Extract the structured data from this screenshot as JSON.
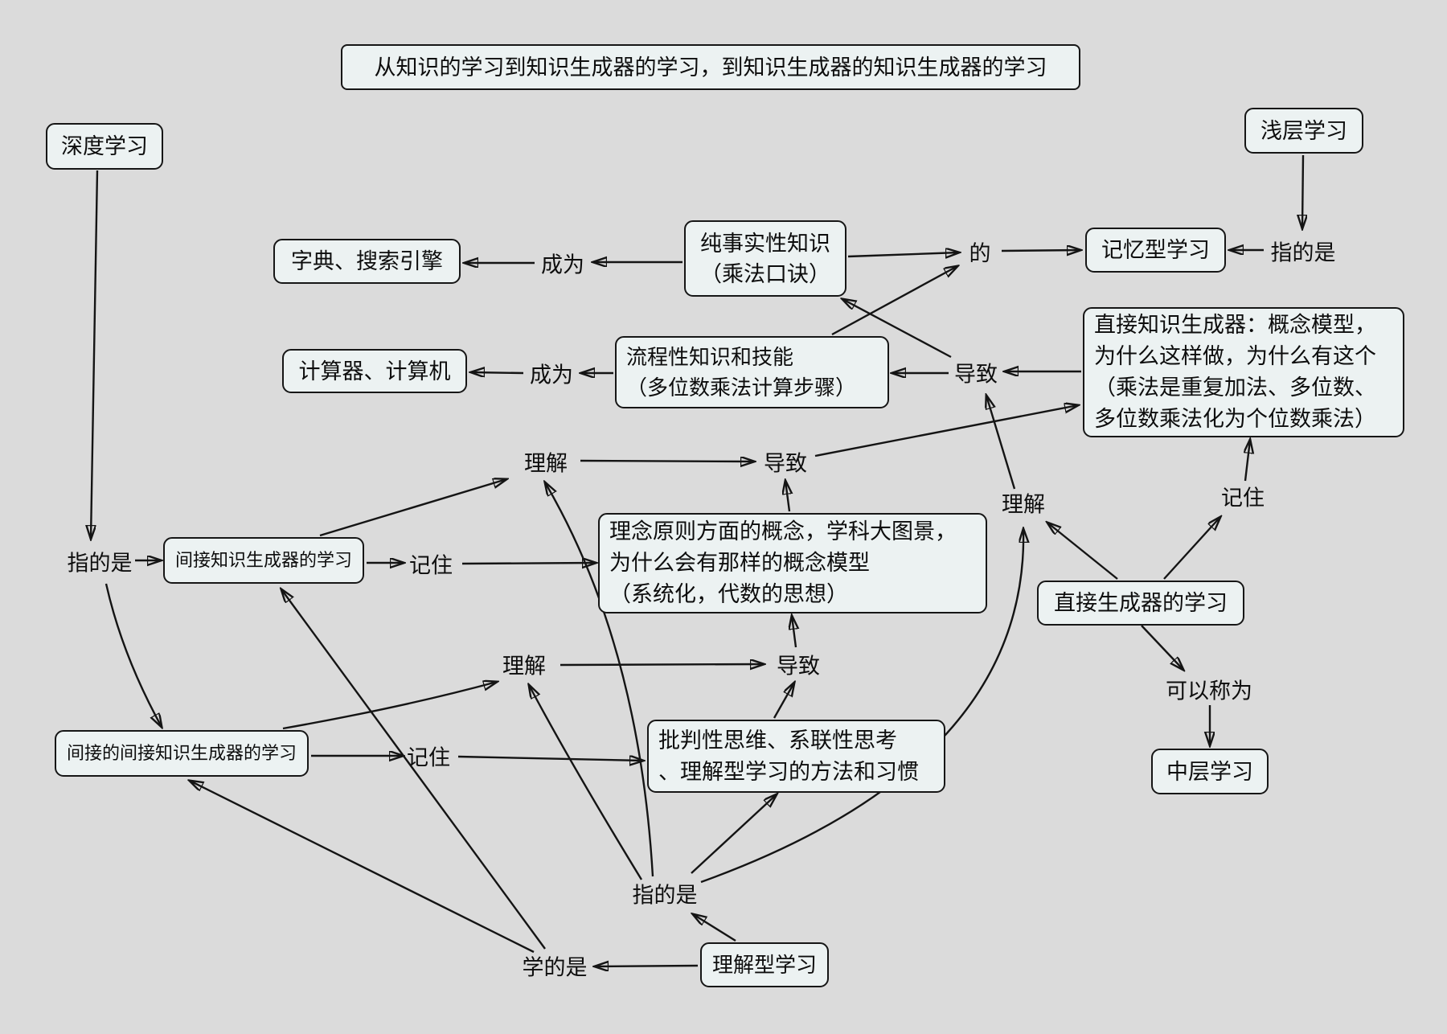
{
  "colors": {
    "background": "#dbdbdb",
    "node_fill": "#ecf2f2",
    "node_border": "#161616",
    "edge": "#141414",
    "text": "#0d0d0d"
  },
  "nodes": [
    {
      "id": "title",
      "label": "从知识的学习到知识生成器的学习，到知识生成器的知识生成器的学习"
    },
    {
      "id": "shenduxuexi",
      "label": "深度学习"
    },
    {
      "id": "qiancengxuexi",
      "label": "浅层学习"
    },
    {
      "id": "jiyixingxuexi",
      "label": "记忆型学习"
    },
    {
      "id": "chunshishixing",
      "label": "纯事实性知识\n（乘法口诀）"
    },
    {
      "id": "zidian",
      "label": "字典、搜索引擎"
    },
    {
      "id": "liuchengxing",
      "label": "流程性知识和技能\n（多位数乘法计算步骤）"
    },
    {
      "id": "jisuanqi",
      "label": "计算器、计算机"
    },
    {
      "id": "zhijiezhishishengchengqi",
      "label": "直接知识生成器：概念模型，\n为什么这样做，为什么有这个\n（乘法是重复加法、多位数、\n多位数乘法化为个位数乘法）"
    },
    {
      "id": "linianyuanze",
      "label": "理念原则方面的概念，学科大图景，\n为什么会有那样的概念模型\n（系统化，代数的思想）"
    },
    {
      "id": "jianjiexuexi",
      "label": "间接知识生成器的学习"
    },
    {
      "id": "zhijieshengchengqixuexi",
      "label": "直接生成器的学习"
    },
    {
      "id": "pipanxingsiwei",
      "label": "批判性思维、系联性思考\n、理解型学习的方法和习惯"
    },
    {
      "id": "jianjiedejianjiexuexi",
      "label": "间接的间接知识生成器的学习"
    },
    {
      "id": "zhongcengxuexi",
      "label": "中层学习"
    },
    {
      "id": "lijiexingxuexi",
      "label": "理解型学习"
    }
  ],
  "labels": [
    {
      "id": "zhidishi-right",
      "text": "指的是"
    },
    {
      "id": "de",
      "text": "的"
    },
    {
      "id": "chengwei-1",
      "text": "成为"
    },
    {
      "id": "chengwei-2",
      "text": "成为"
    },
    {
      "id": "daozhi-right",
      "text": "导致"
    },
    {
      "id": "lijie-upper",
      "text": "理解"
    },
    {
      "id": "daozhi-middle",
      "text": "导致"
    },
    {
      "id": "jizhu-right",
      "text": "记住"
    },
    {
      "id": "lijie-right",
      "text": "理解"
    },
    {
      "id": "zhidishi-left",
      "text": "指的是"
    },
    {
      "id": "jizhu-middle",
      "text": "记住"
    },
    {
      "id": "lijie-lower",
      "text": "理解"
    },
    {
      "id": "daozhi-lower",
      "text": "导致"
    },
    {
      "id": "jizhu-bottom",
      "text": "记住"
    },
    {
      "id": "keyichengwei",
      "text": "可以称为"
    },
    {
      "id": "zhidishi-bottom",
      "text": "指的是"
    },
    {
      "id": "xuedeshi",
      "text": "学的是"
    }
  ],
  "edges": [
    {
      "from": "qiancengxuexi",
      "to": "zhidishi-right"
    },
    {
      "from": "zhidishi-right",
      "to": "jiyixingxuexi"
    },
    {
      "from": "chunshishixing",
      "to": "de"
    },
    {
      "from": "liuchengxing",
      "to": "de"
    },
    {
      "from": "de",
      "to": "jiyixingxuexi"
    },
    {
      "from": "chunshishixing",
      "to": "chengwei-1"
    },
    {
      "from": "chengwei-1",
      "to": "zidian"
    },
    {
      "from": "liuchengxing",
      "to": "chengwei-2"
    },
    {
      "from": "chengwei-2",
      "to": "jisuanqi"
    },
    {
      "from": "zhijiezhishishengchengqi",
      "to": "daozhi-right"
    },
    {
      "from": "daozhi-right",
      "to": "liuchengxing"
    },
    {
      "from": "daozhi-right",
      "to": "chunshishixing"
    },
    {
      "from": "lijie-right",
      "to": "daozhi-right"
    },
    {
      "from": "daozhi-middle",
      "to": "zhijiezhishishengchengqi"
    },
    {
      "from": "zhijieshengchengqixuexi",
      "to": "lijie-right"
    },
    {
      "from": "zhijieshengchengqixuexi",
      "to": "jizhu-right"
    },
    {
      "from": "jizhu-right",
      "to": "zhijiezhishishengchengqi"
    },
    {
      "from": "zhidishi-bottom",
      "to": "lijie-right"
    },
    {
      "from": "zhijieshengchengqixuexi",
      "to": "keyichengwei"
    },
    {
      "from": "keyichengwei",
      "to": "zhongcengxuexi"
    },
    {
      "from": "lijie-upper",
      "to": "daozhi-middle"
    },
    {
      "from": "linianyuanze",
      "to": "daozhi-middle"
    },
    {
      "from": "jianjiexuexi",
      "to": "lijie-upper"
    },
    {
      "from": "jianjiexuexi",
      "to": "jizhu-middle"
    },
    {
      "from": "jizhu-middle",
      "to": "linianyuanze"
    },
    {
      "from": "zhidishi-left",
      "to": "jianjiexuexi"
    },
    {
      "from": "shenduxuexi",
      "to": "zhidishi-left"
    },
    {
      "from": "zhidishi-left",
      "to": "jianjiedejianjiexuexi"
    },
    {
      "from": "jianjiedejianjiexuexi",
      "to": "jizhu-bottom"
    },
    {
      "from": "jizhu-bottom",
      "to": "pipanxingsiwei"
    },
    {
      "from": "pipanxingsiwei",
      "to": "daozhi-lower"
    },
    {
      "from": "lijie-lower",
      "to": "daozhi-lower"
    },
    {
      "from": "daozhi-lower",
      "to": "linianyuanze"
    },
    {
      "from": "xuedeshi",
      "to": "jianjiedejianjiexuexi"
    },
    {
      "from": "xuedeshi",
      "to": "jianjiexuexi"
    },
    {
      "from": "lijiexingxuexi",
      "to": "xuedeshi"
    },
    {
      "from": "lijiexingxuexi",
      "to": "zhidishi-bottom"
    },
    {
      "from": "zhidishi-bottom",
      "to": "pipanxingsiwei"
    },
    {
      "from": "zhidishi-bottom",
      "to": "lijie-upper"
    },
    {
      "from": "zhidishi-bottom",
      "to": "lijie-lower"
    },
    {
      "from": "jianjiedejianjiexuexi",
      "to": "lijie-lower"
    }
  ]
}
